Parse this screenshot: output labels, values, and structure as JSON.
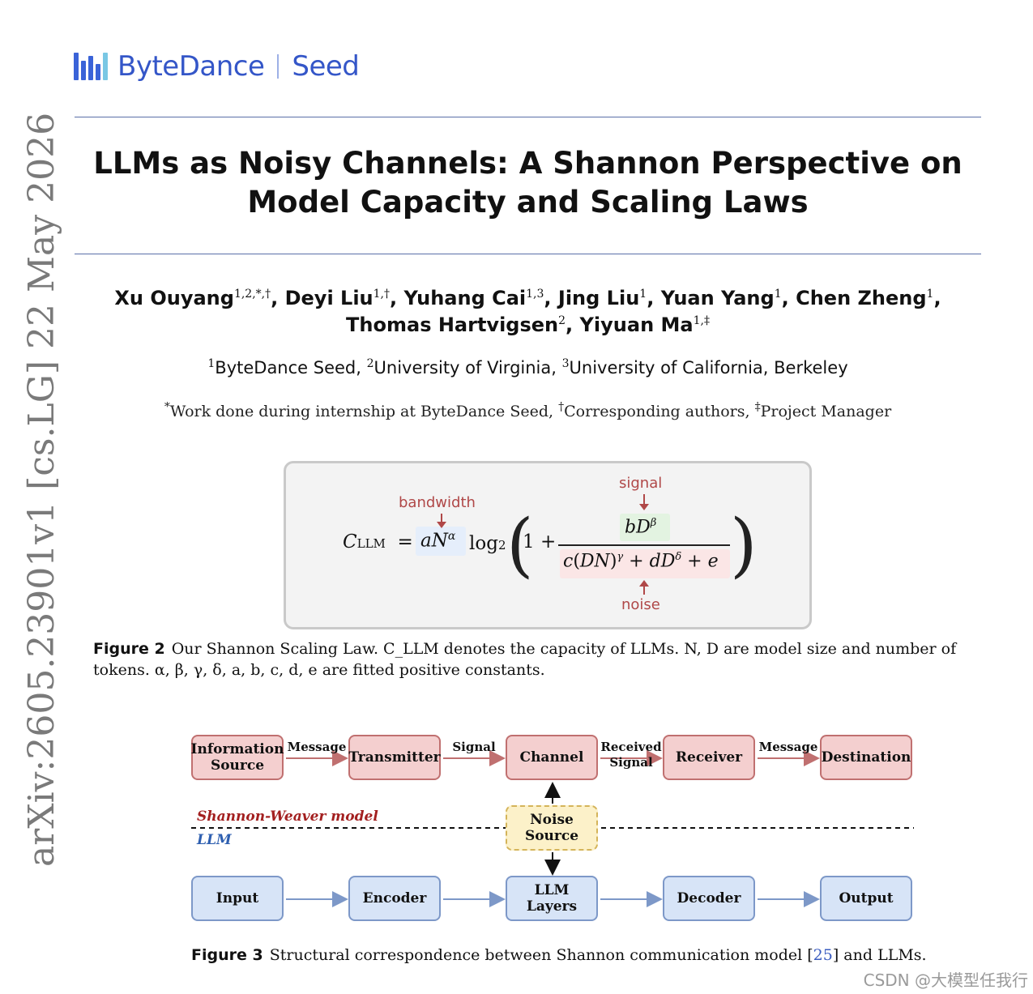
{
  "header": {
    "brand": "ByteDance",
    "product": "Seed"
  },
  "paper": {
    "title_line1": "LLMs as Noisy Channels: A Shannon Perspective on",
    "title_line2": "Model Capacity and Scaling Laws",
    "authors": [
      {
        "name": "Xu Ouyang",
        "marks": "1,2,*,†"
      },
      {
        "name": "Deyi Liu",
        "marks": "1,†"
      },
      {
        "name": "Yuhang Cai",
        "marks": "1,3"
      },
      {
        "name": "Jing Liu",
        "marks": "1"
      },
      {
        "name": "Yuan Yang",
        "marks": "1"
      },
      {
        "name": "Chen Zheng",
        "marks": "1"
      },
      {
        "name": "Thomas Hartvigsen",
        "marks": "2"
      },
      {
        "name": "Yiyuan Ma",
        "marks": "1,‡"
      }
    ],
    "affiliations": [
      {
        "mark": "1",
        "name": "ByteDance Seed"
      },
      {
        "mark": "2",
        "name": "University of Virginia"
      },
      {
        "mark": "3",
        "name": "University of California, Berkeley"
      }
    ],
    "notes": [
      {
        "mark": "*",
        "text": "Work done during internship at ByteDance Seed"
      },
      {
        "mark": "†",
        "text": "Corresponding authors"
      },
      {
        "mark": "‡",
        "text": "Project Manager"
      }
    ]
  },
  "figure2": {
    "annotations": {
      "bandwidth": "bandwidth",
      "signal": "signal",
      "noise": "noise"
    },
    "caption_label": "Figure 2",
    "caption_text": "Our Shannon Scaling Law. C_LLM denotes the capacity of LLMs. N, D are model size and number of tokens. α, β, γ, δ, a, b, c, d, e are fitted positive constants."
  },
  "figure3": {
    "top_nodes": [
      "Information Source",
      "Transmitter",
      "Channel",
      "Receiver",
      "Destination"
    ],
    "top_edges": [
      "Message",
      "Signal",
      "Received Signal",
      "Message"
    ],
    "noise_node": "Noise Source",
    "model_top": "Shannon-Weaver model",
    "model_bottom": "LLM",
    "bottom_nodes": [
      "Input",
      "Encoder",
      "LLM Layers",
      "Decoder",
      "Output"
    ],
    "caption_label": "Figure 3",
    "caption_text_before": "Structural correspondence between Shannon communication model [",
    "caption_ref": "25",
    "caption_text_after": "] and LLMs."
  },
  "arxiv_stamp": "arXiv:2605.23901v1  [cs.LG]  22 May 2026",
  "watermark": "CSDN @大模型任我行",
  "colors": {
    "brand_blue": "#3456c8",
    "annotation_red": "#b04848",
    "top_node_fill": "#f4cfcf",
    "bottom_node_fill": "#d7e4f7",
    "noise_fill": "#fcf1c9",
    "model_top_color": "#a32020",
    "model_bottom_color": "#2e5fb0"
  }
}
